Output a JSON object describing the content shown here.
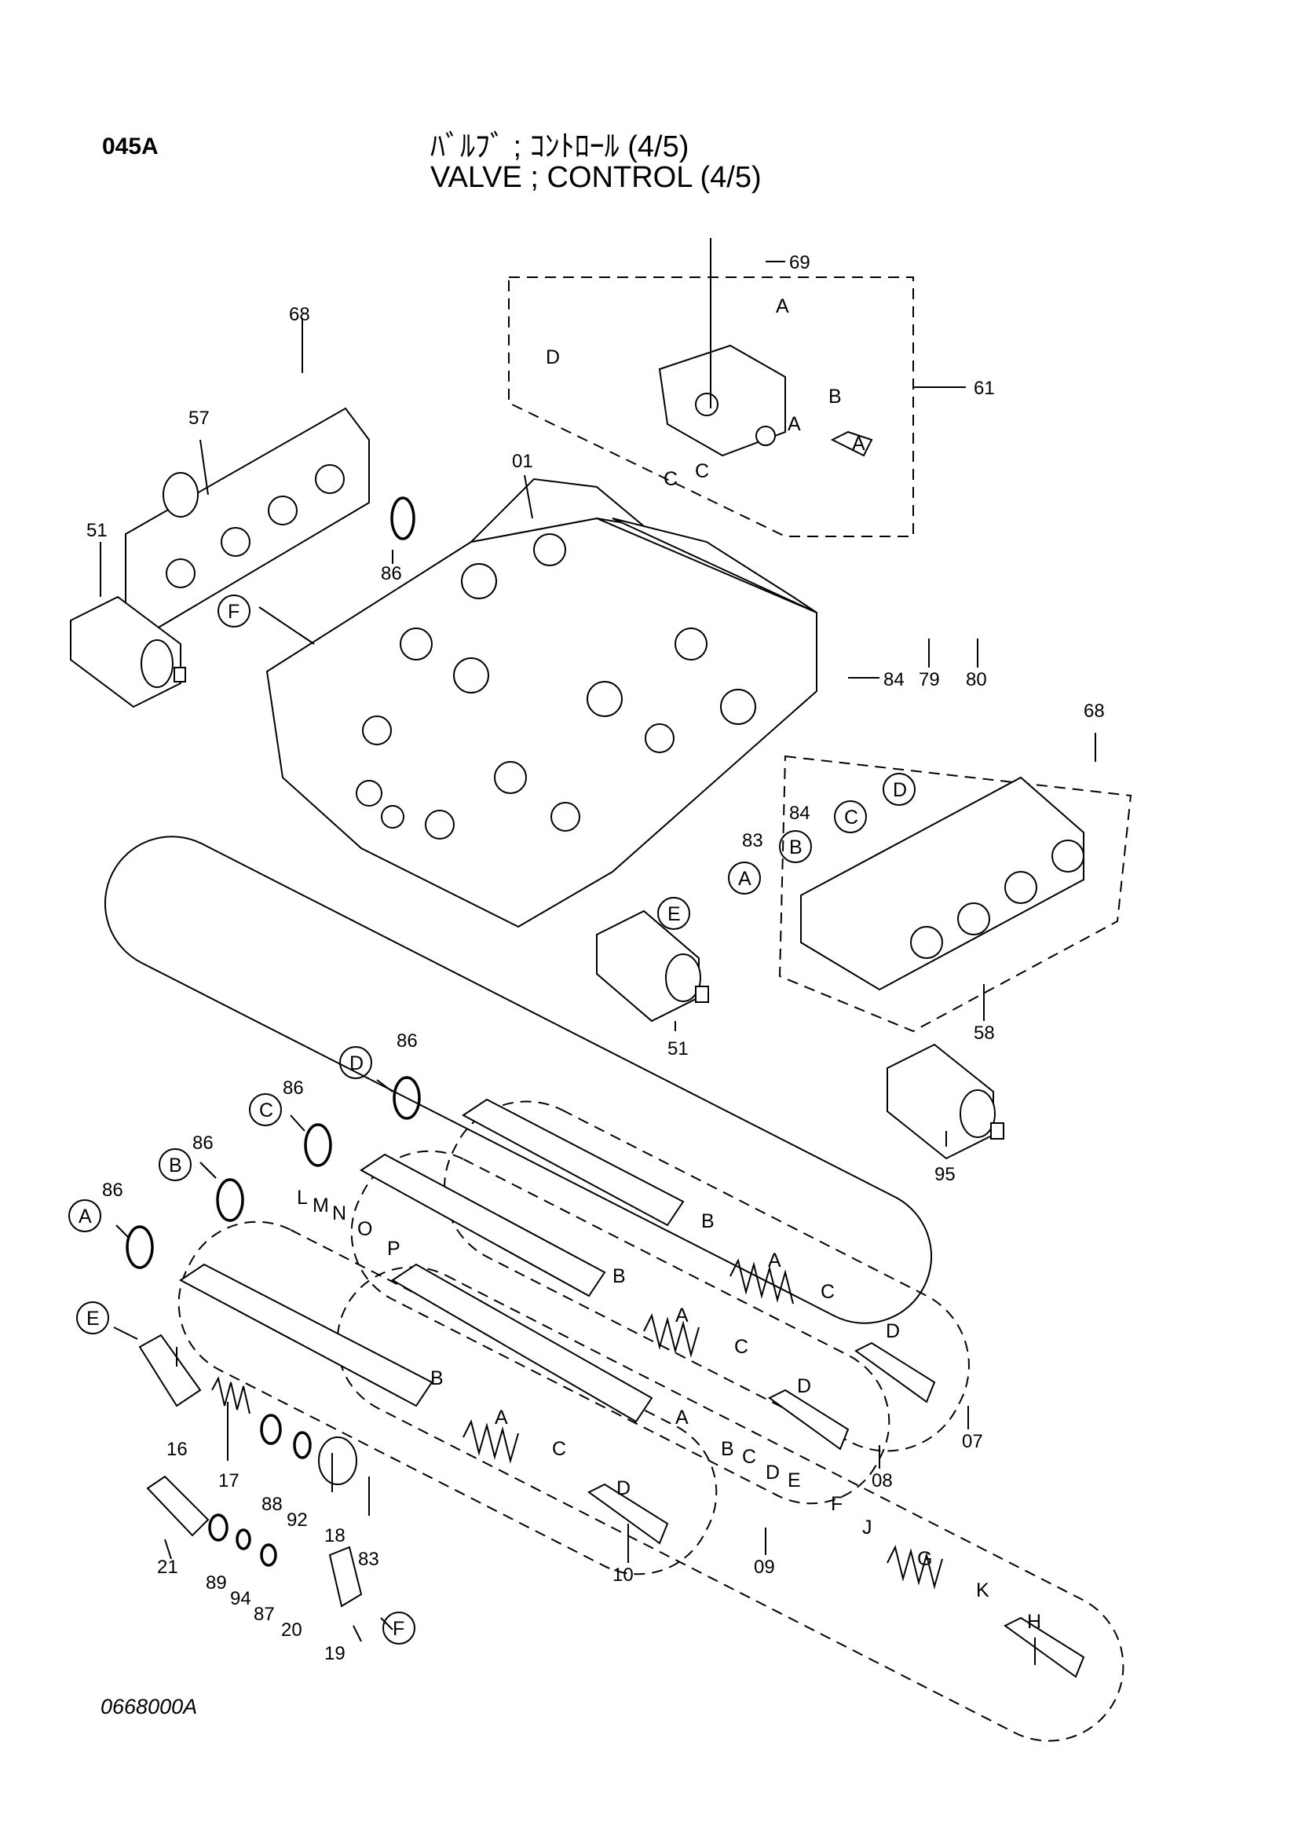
{
  "header": {
    "page_code": "045A",
    "title_jp": "ﾊﾞﾙﾌﾞ ; ｺﾝﾄﾛｰﾙ (4/5)",
    "title_en": "VALVE ; CONTROL (4/5)"
  },
  "footer": {
    "drawing_number": "0668000A"
  },
  "part_numbers": [
    "01",
    "07",
    "08",
    "09",
    "10",
    "16",
    "17",
    "18",
    "19",
    "20",
    "21",
    "51",
    "57",
    "58",
    "61",
    "68",
    "69",
    "79",
    "80",
    "83",
    "84",
    "86",
    "87",
    "88",
    "89",
    "92",
    "94",
    "95"
  ],
  "reference_letters": [
    "A",
    "B",
    "C",
    "D",
    "E",
    "F",
    "G",
    "H",
    "J",
    "K",
    "L",
    "M",
    "N",
    "O",
    "P"
  ],
  "labels": {
    "p69": "69",
    "p68a": "68",
    "p57": "57",
    "p51a": "51",
    "p01": "01",
    "p86a": "86",
    "p61": "61",
    "p84a": "84",
    "p79": "79",
    "p80": "80",
    "p68b": "68",
    "p84b": "84",
    "p83a": "83",
    "p51b": "51",
    "p58": "58",
    "p95": "95",
    "p86b": "86",
    "p86c": "86",
    "p86d": "86",
    "p86e": "86",
    "p16": "16",
    "p17": "17",
    "p88": "88",
    "p92": "92",
    "p18": "18",
    "p83b": "83",
    "p21": "21",
    "p89": "89",
    "p94": "94",
    "p87": "87",
    "p20": "20",
    "p19": "19",
    "p10": "10",
    "p09": "09",
    "p08": "08",
    "p07": "07",
    "cF1": "F",
    "cD1": "D",
    "cC1": "C",
    "cB1": "B",
    "cA1": "A",
    "cE1": "E",
    "cD2": "D",
    "cC2": "C",
    "cB2": "B",
    "cA2": "A",
    "cE2": "E",
    "cF2": "F",
    "lA1": "A",
    "lD1": "D",
    "lB1": "B",
    "lA2": "A",
    "lC1": "C",
    "lC2": "C",
    "lA3": "A",
    "lL": "L",
    "lM": "M",
    "lN": "N",
    "lO": "O",
    "lP": "P",
    "lB3": "B",
    "lA4": "A",
    "lC3": "C",
    "lD3": "D",
    "lB4": "B",
    "lA5": "A",
    "lC4": "C",
    "lD4": "D",
    "lB5": "B",
    "lA6": "A",
    "lC5": "C",
    "lD5": "D",
    "lA7": "A",
    "lB6": "B",
    "lC6": "C",
    "lD6": "D",
    "lE6": "E",
    "lF6": "F",
    "lJ": "J",
    "lG": "G",
    "lK": "K",
    "lH": "H"
  }
}
